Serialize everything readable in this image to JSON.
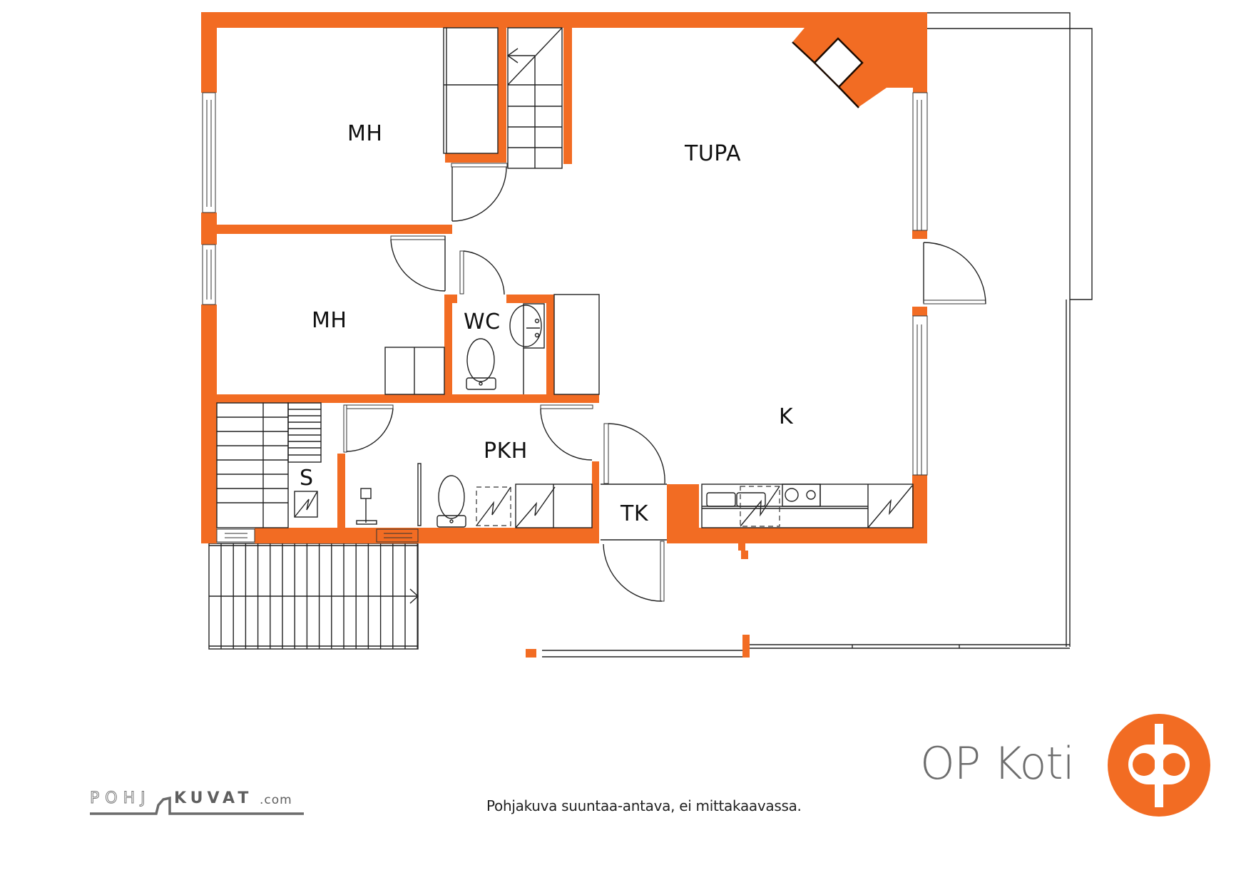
{
  "plan": {
    "rooms": [
      {
        "id": "mh1",
        "label": "MH"
      },
      {
        "id": "mh2",
        "label": "MH"
      },
      {
        "id": "tupa",
        "label": "TUPA"
      },
      {
        "id": "wc",
        "label": "WC"
      },
      {
        "id": "k",
        "label": "K"
      },
      {
        "id": "pkh",
        "label": "PKH"
      },
      {
        "id": "s",
        "label": "S"
      },
      {
        "id": "tk",
        "label": "TK"
      }
    ],
    "wall_color": "#f26c23"
  },
  "footer": {
    "disclaimer": "Pohjakuva suuntaa-antava, ei mittakaavassa.",
    "pohjakuvat_logo": {
      "part1": "POHJ",
      "part2": "KUVAT",
      "part3": ".com"
    },
    "brand_name": "OP Koti",
    "brand_logo": "op-logo-icon",
    "brand_color": "#f26c23"
  }
}
